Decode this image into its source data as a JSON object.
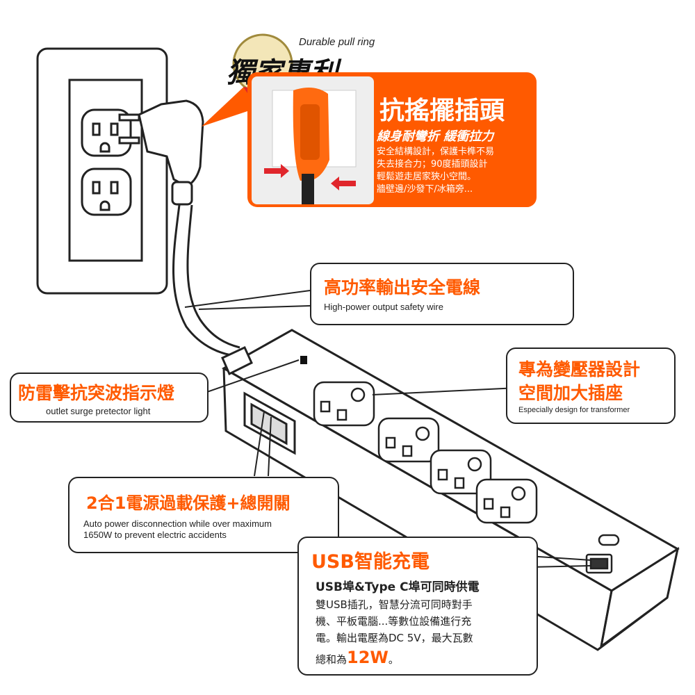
{
  "badge": {
    "caption": "Durable pull ring",
    "title": "獨家專利"
  },
  "plug_feature": {
    "title": "抗搖擺插頭",
    "subtitle": "線身耐彎折 緩衝拉力",
    "lines": [
      "安全結構設計，保護卡榫不易",
      "失去接合力；90度插頭設計",
      "輕鬆遊走居家狹小空間。",
      "牆壁邊/沙發下/冰箱旁..."
    ]
  },
  "wire": {
    "title": "高功率輸出安全電線",
    "subtitle": "High-power output safety wire"
  },
  "surge": {
    "title": "防雷擊抗突波指示燈",
    "subtitle": "outlet surge pretector light"
  },
  "transformer": {
    "title_line1": "專為變壓器設計",
    "title_line2": "空間加大插座",
    "subtitle": "Especially design for transformer"
  },
  "switch": {
    "title": "2合1電源過載保護+總開關",
    "sub_line1": "Auto power disconnection while over maximum",
    "sub_line2": "1650W to prevent electric accidents"
  },
  "usb": {
    "title": "USB智能充電",
    "subtitle": "USB埠&Type C埠可同時供電",
    "lines": [
      "雙USB插孔，智慧分流可同時對手",
      "機、平板電腦...等數位設備進行充",
      "電。輸出電壓為DC 5V，最大瓦數"
    ],
    "last_prefix": "總和為",
    "last_value": "12W",
    "last_suffix": "。"
  },
  "colors": {
    "accent": "#ff5a00",
    "outline": "#222222"
  }
}
